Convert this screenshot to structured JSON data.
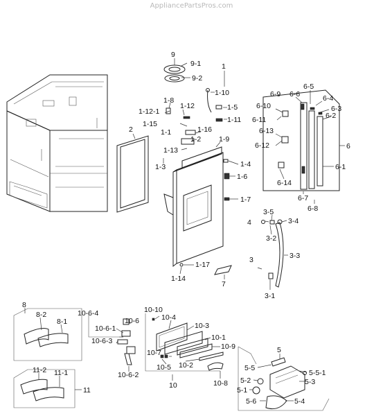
{
  "watermark": "AppliancePartsPros.com",
  "labels": {
    "l9": "9",
    "l9_1": "9-1",
    "l9_2": "9-2",
    "l1": "1",
    "l1_10": "1-10",
    "l1_8": "1-8",
    "l1_12_1": "1-12-1",
    "l1_12": "1-12",
    "l1_5": "1-5",
    "l1_11": "1-11",
    "l1_15": "1-15",
    "l1_16": "1-16",
    "l1_1": "1-1",
    "l1_2": "1-2",
    "l1_9": "1-9",
    "l1_13": "1-13",
    "l1_3": "1-3",
    "l1_4": "1-4",
    "l1_6": "1-6",
    "l1_7": "1-7",
    "l1_17": "1-17",
    "l1_14": "1-14",
    "l2": "2",
    "l7": "7",
    "l6_5": "6-5",
    "l6_9": "6-9",
    "l6_6": "6-6",
    "l6_4": "6-4",
    "l6_10": "6-10",
    "l6_3": "6-3",
    "l6_11": "6-11",
    "l6_2": "6-2",
    "l6_13": "6-13",
    "l6": "6",
    "l6_12": "6-12",
    "l6_1": "6-1",
    "l6_14": "6-14",
    "l6_7": "6-7",
    "l6_8": "6-8",
    "l3_5": "3-5",
    "l4": "4",
    "l3_4": "3-4",
    "l3_2": "3-2",
    "l3": "3",
    "l3_3": "3-3",
    "l3_1": "3-1",
    "l8": "8",
    "l8_2": "8-2",
    "l8_1": "8-1",
    "l11_2": "11-2",
    "l11_1": "11-1",
    "l11": "11",
    "l10_6_4": "10-6-4",
    "l10_10": "10-10",
    "l10_4": "10-4",
    "l10_6": "10-6",
    "l10_6_1": "10-6-1",
    "l10_3": "10-3",
    "l10_6_3": "10-6-3",
    "l10_1": "10-1",
    "l10_9": "10-9",
    "l10_7": "10-7",
    "l10_2": "10-2",
    "l10_5": "10-5",
    "l10_6_2": "10-6-2",
    "l10": "10",
    "l10_8": "10-8",
    "l5": "5",
    "l5_5": "5-5",
    "l5_5_1": "5-5-1",
    "l5_2": "5-2",
    "l5_3": "5-3",
    "l5_1": "5-1",
    "l5_6": "5-6",
    "l5_4": "5-4"
  }
}
